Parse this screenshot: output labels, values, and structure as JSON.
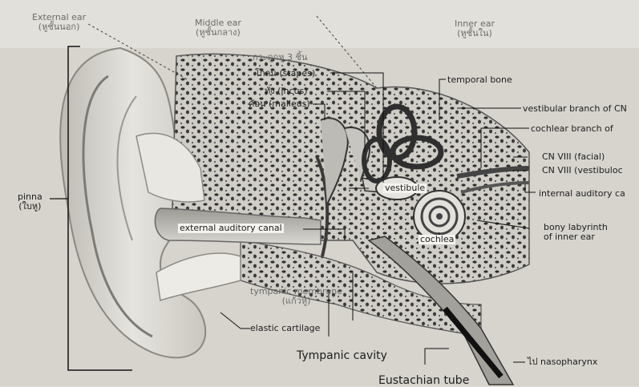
{
  "regions": {
    "external_ear": "External ear",
    "external_ear_thai": "(หูชั้นนอก)",
    "middle_ear": "Middle ear",
    "middle_ear_thai": "(หูชั้นกลาง)",
    "inner_ear": "Inner ear",
    "inner_ear_thai": "(หูชั้นใน)"
  },
  "ossicles_group": "กระดูกหู 3 ชิ้น",
  "labels": {
    "stapes": "โกลน (stapes)",
    "incus": "ทั่ง (incus)",
    "malleus": "ค้อน (malleus)",
    "temporal_bone": "temporal bone",
    "vestibular_branch": "vestibular branch of CN",
    "cochlear_branch": "cochlear branch of",
    "cn8_facial": "CN VIII (facial)",
    "cn8_vestibulo": "CN VIII (vestibuloc",
    "internal_auditory": "internal auditory ca",
    "vestibule": "vestibule",
    "pinna": "pinna",
    "pinna_thai": "(ใบหู)",
    "external_auditory_canal": "external auditory canal",
    "cochlea": "cochlea",
    "bony_labyrinth": "bony labyrinth",
    "bony_labyrinth_2": "of inner ear",
    "tympanic_membrane": "tympanic membrane",
    "tympanic_membrane_thai": "(แก้วหู)",
    "elastic_cartilage": "elastic cartilage",
    "tympanic_cavity": "Tympanic cavity",
    "eustachian_tube": "Eustachian tube",
    "nasopharynx": "ไป nasopharynx"
  }
}
